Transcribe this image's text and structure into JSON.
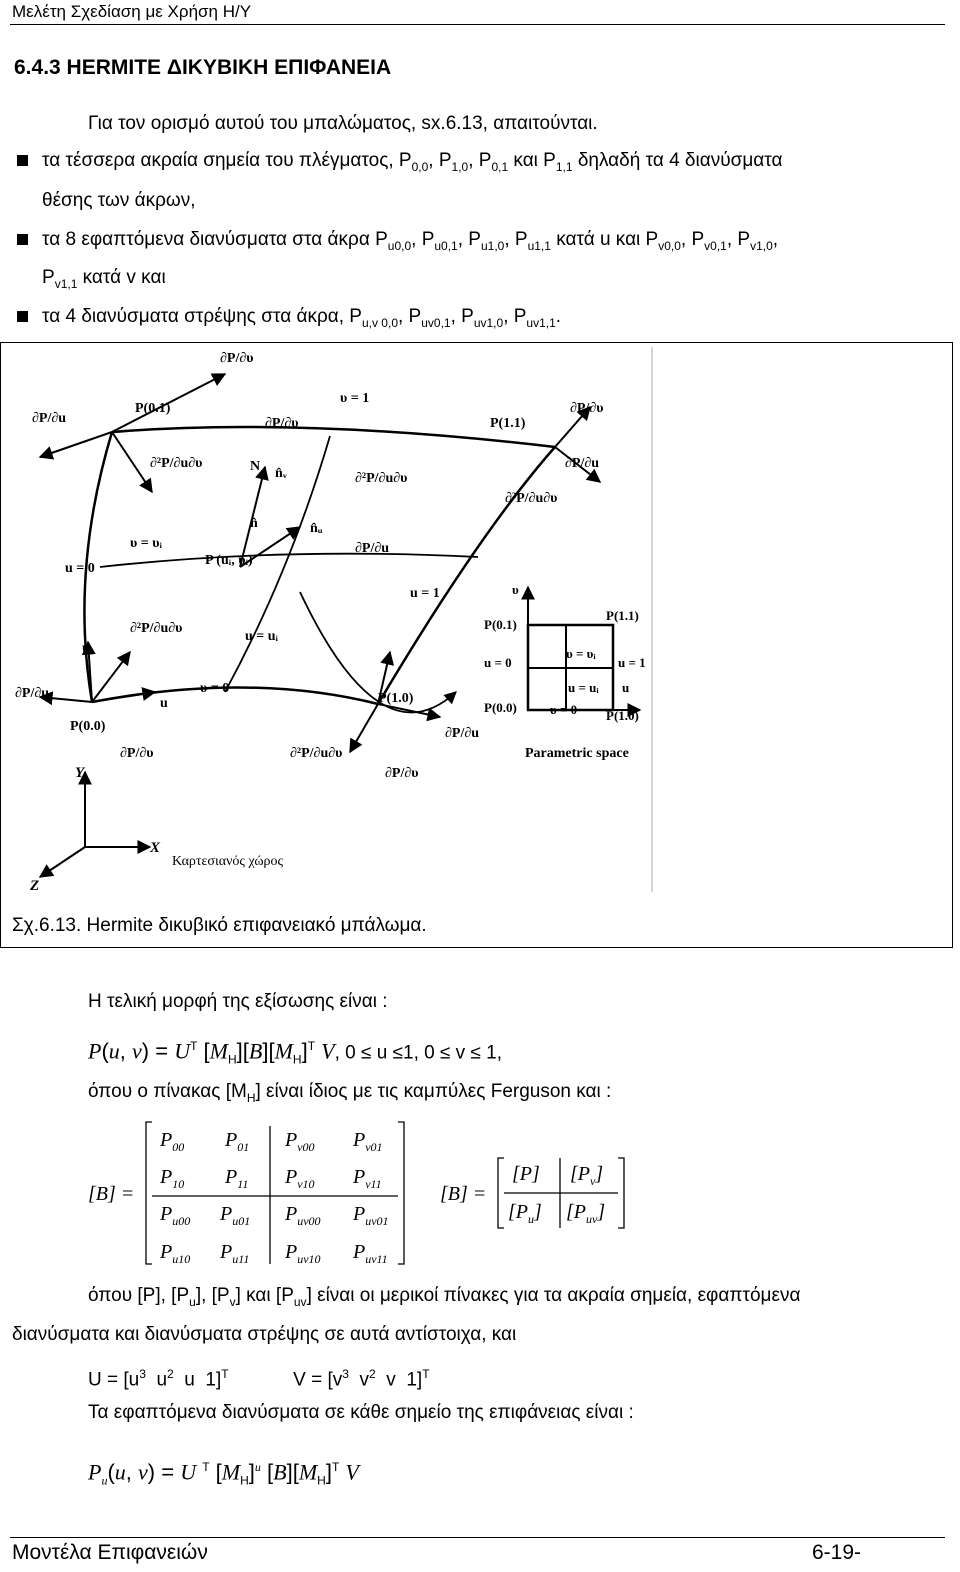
{
  "header": {
    "title": "Μελέτη Σχεδίαση με Χρήση Η/Υ"
  },
  "section": {
    "title": "6.4.3 HERMITE ΔΙΚΥΒΙΚΗ ΕΠΙΦΑΝΕΙΑ"
  },
  "intro": "Για τον ορισμό αυτού του μπαλώματος, sx.6.13, απαιτούνται.",
  "bullets": {
    "b1_line1_prefix": "τα τέσσερα ακραία σημεία του πλέγματος,",
    "b1_line1_suffix": "δηλαδή τα 4 διανύσματα",
    "b1_line2": "θέσης των άκρων,",
    "b2_prefix": "τα 8 εφαπτόμενα διανύσματα στα άκρα",
    "b2_mid": "κατά u και",
    "b2_line2_suffix": "κατά v και",
    "b3_prefix": "τα 4 διανύσματα στρέψης στα άκρα,",
    "and_word": "και"
  },
  "figure": {
    "caption": "Σχ.6.13. Hermite δικυβικό επιφανειακό μπάλωμα.",
    "labels": {
      "v1": "υ = 1",
      "vi": "υ = υᵢ",
      "v0": "υ = 0",
      "u0": "u = 0",
      "u1": "u = 1",
      "ui": "u = uᵢ",
      "p01": "P(0.1)",
      "p11": "P(1.1)",
      "p10": "P(1.0)",
      "p00": "P(0.0)",
      "puv": "P (uᵢ, υᵢ)",
      "N": "N",
      "nv": "n̂ᵥ",
      "n": "n̂",
      "nu": "n̂ᵤ",
      "u_axis": "u",
      "v_axis": "υ",
      "Y": "Y",
      "X": "X",
      "Z": "Z",
      "cartesian": "Καρτεσιανός χώρος",
      "param_space": "Parametric space",
      "ps_v": "υ",
      "ps_u": "u",
      "ps_p01": "P(0.1)",
      "ps_p11": "P(1.1)",
      "ps_p00": "P(0.0)",
      "ps_p10": "P(1.0)",
      "ps_u0": "u = 0",
      "ps_u1": "u = 1",
      "ps_v0": "υ = 0",
      "ps_vvi": "υ = υᵢ",
      "ps_uui": "u = uᵢ",
      "dPdu": "∂P/∂u",
      "dPdv": "∂P/∂υ",
      "d2P": "∂²P/∂u∂υ"
    }
  },
  "text2": {
    "final_form": "Η τελική μορφή της εξίσωσης είναι :",
    "eq1_range": ", 0 ≤ u ≤1, 0 ≤ v ≤ 1,",
    "where_mh": "όπου ο πίνακας [M",
    "where_mh_2": "] είναι ίδιος με τις καμπύλες Ferguson και :",
    "where_p_line1": "όπου [P], [P",
    "where_p_line1_b": "], [P",
    "where_p_line1_c": "] και [P",
    "where_p_line1_d": "] είναι οι μερικοί πίνακες για τα ακραία σημεία, εφαπτόμενα",
    "where_p_line2": "διανύσματα και διανύσματα στρέψης σε αυτά αντίστοιχα, και",
    "U_def": "U = [u",
    "V_def": "V = [v",
    "tangent_intro": "Τα εφαπτόμενα διανύσματα σε κάθε σημείο της επιφάνειας είναι :"
  },
  "footer": {
    "left": "Μοντέλα Επιφανειών",
    "right": "6-19-"
  }
}
